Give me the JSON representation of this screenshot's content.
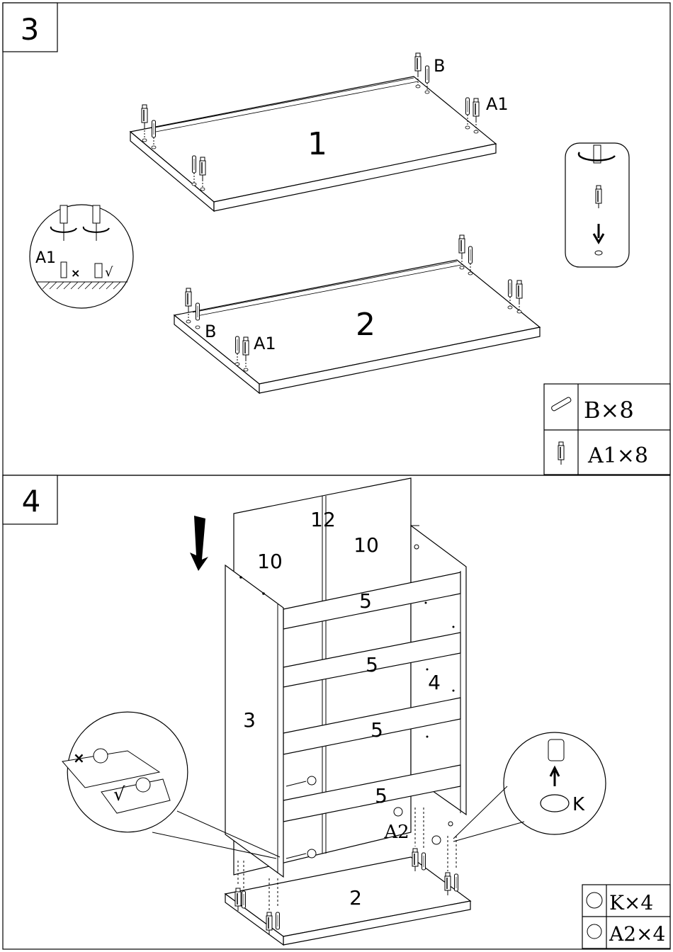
{
  "steps": [
    {
      "number": "3",
      "parts": {
        "board_top": "1",
        "board_bottom": "2"
      },
      "callouts": {
        "b_top": "B",
        "a1_top": "A1",
        "b_bottom": "B",
        "a1_bottom": "A1",
        "detail_a1": "A1",
        "wrong_mark": "×",
        "right_mark": "√"
      },
      "hardware_table": [
        {
          "icon": "dowel-icon",
          "label": "B×8"
        },
        {
          "icon": "cam-bolt-icon",
          "label": "A1×8"
        }
      ]
    },
    {
      "number": "4",
      "parts": {
        "back_left": "10",
        "back_right": "10",
        "back_mid": "12",
        "side_left": "3",
        "side_right": "4",
        "rail_1": "5",
        "rail_2": "5",
        "rail_3": "5",
        "rail_4": "5",
        "base": "2"
      },
      "callouts": {
        "a2": "A2",
        "k": "K",
        "wrong_mark": "×",
        "right_mark": "√"
      },
      "hardware_table": [
        {
          "icon": "cam-cover-icon",
          "label": "K×4"
        },
        {
          "icon": "cam-lock-icon",
          "label": "A2×4"
        }
      ]
    }
  ]
}
